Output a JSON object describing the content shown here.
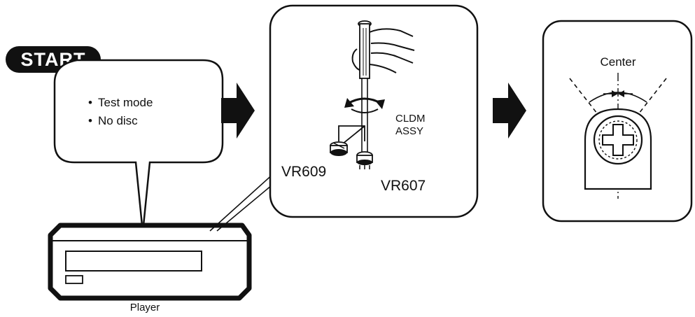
{
  "start_badge": "START",
  "conditions": [
    "Test mode",
    "No disc"
  ],
  "bullet": "•",
  "player_label": "Player",
  "adjust_panel": {
    "assembly_label_line1": "CLDM",
    "assembly_label_line2": "ASSY",
    "vr_left": "VR609",
    "vr_right": "VR607"
  },
  "result_panel": {
    "center_label": "Center"
  },
  "icons": {
    "flow_arrow": "right-block-arrow",
    "tool": "screwdriver-in-hand",
    "rotation": "rotate-arrows",
    "potentiometer": "trimmer-potentiometer"
  },
  "colors": {
    "ink": "#111111",
    "paper": "#ffffff",
    "badge_text": "#ffffff"
  }
}
